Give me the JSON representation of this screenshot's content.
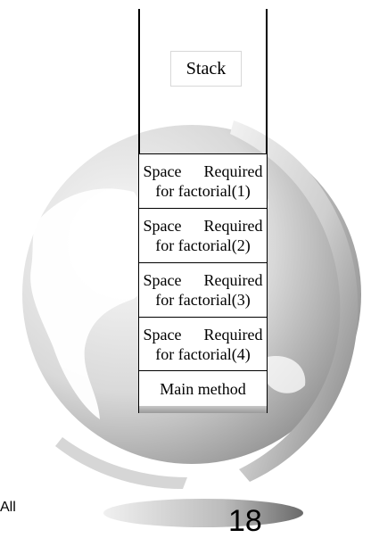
{
  "diagram": {
    "stack_label": "Stack",
    "frames": [
      {
        "line1": "Space Required",
        "line2": "for factorial(1)"
      },
      {
        "line1": "Space Required",
        "line2": "for factorial(2)"
      },
      {
        "line1": "Space Required",
        "line2": "for factorial(3)"
      },
      {
        "line1": "Space Required",
        "line2": "for factorial(4)"
      }
    ],
    "main_frame": "Main method"
  },
  "footer": {
    "left_text": "All",
    "page_number": "18"
  },
  "colors": {
    "globe_light": "#f4f4f4",
    "globe_dark": "#7a7a7a",
    "stand_light": "#e8e8e8",
    "stand_dark": "#6e6e6e"
  }
}
